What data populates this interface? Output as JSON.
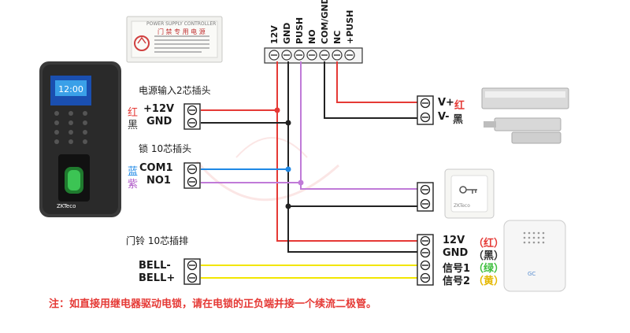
{
  "power_supply": {
    "heading": "POWER SUPPLY CONTROLLER",
    "subheading": "门 禁 专 用 电 源"
  },
  "terminal_top": {
    "labels": [
      "12V",
      "GND",
      "PUSH",
      "NO",
      "COM/GND",
      "NC",
      "+PUSH"
    ]
  },
  "sections": {
    "power_header": "电源输入2芯插头",
    "lock_header": "锁  10芯插头",
    "bell_header": "门铃  10芯插排"
  },
  "power_terminals": [
    {
      "color_word": "红",
      "label": "+12V",
      "color": "#e53935"
    },
    {
      "color_word": "黑",
      "label": "GND",
      "color": "#333333"
    }
  ],
  "lock_terminals": [
    {
      "color_word": "蓝",
      "label": "COM1",
      "color": "#1e88e5"
    },
    {
      "color_word": "紫",
      "label": "NO1",
      "color": "#b05cc8"
    }
  ],
  "bell_terminals": [
    {
      "label": "BELL-"
    },
    {
      "label": "BELL+"
    }
  ],
  "lock_device": [
    {
      "label": "V+",
      "color_word": "红",
      "color": "#e53935"
    },
    {
      "label": "V-",
      "color_word": "黑",
      "color": "#333333"
    }
  ],
  "doorbell_device": [
    {
      "label": "12V",
      "color_word": "（红）",
      "color": "#e53935"
    },
    {
      "label": "GND",
      "color_word": "（黑）",
      "color": "#333333"
    },
    {
      "label": "信号1",
      "color_word": "（绿）",
      "color": "#3fbf3f"
    },
    {
      "label": "信号2",
      "color_word": "（黄）",
      "color": "#e5b800"
    }
  ],
  "exit_button": {
    "brand": "ZKTeco"
  },
  "doorbell": {
    "brand": "GC"
  },
  "device": {
    "brand": "ZKTeco"
  },
  "note": "注：如直接用继电器驱动电锁，请在电锁的正负端并接一个续流二极管。",
  "colors": {
    "red": "#e53935",
    "black": "#222222",
    "blue": "#1e88e5",
    "purple": "#c07ad8",
    "yellow": "#f2e600",
    "note": "#e53935"
  }
}
